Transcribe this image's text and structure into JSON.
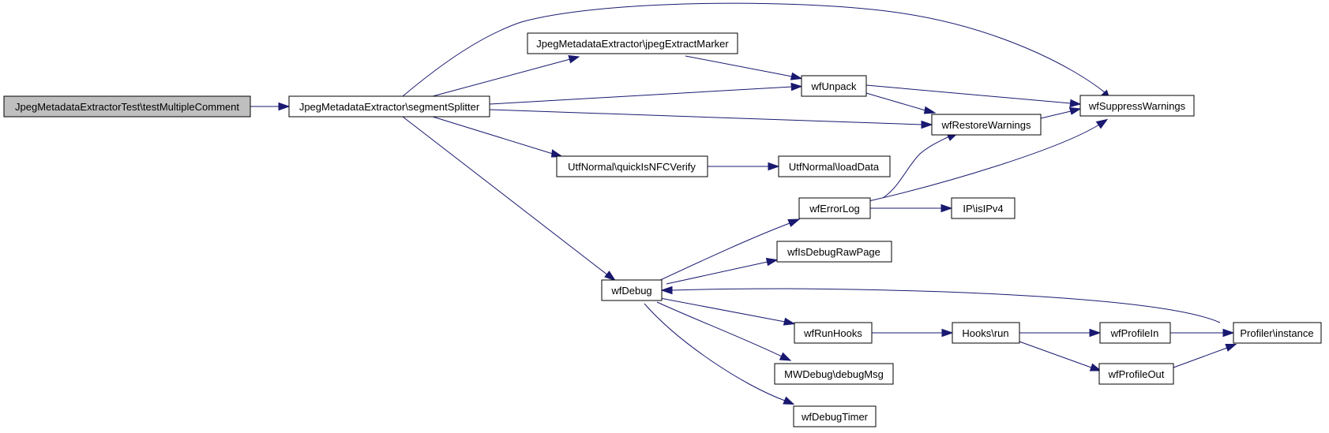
{
  "colors": {
    "root_fill": "#bfbfbf",
    "node_fill": "#ffffff",
    "node_border": "#000000",
    "edge": "#191970"
  },
  "nodes": {
    "root": "JpegMetadataExtractorTest\\testMultipleComment",
    "segmentSplitter": "JpegMetadataExtractor\\segmentSplitter",
    "jpegExtractMarker": "JpegMetadataExtractor\\jpegExtractMarker",
    "wfUnpack": "wfUnpack",
    "wfSuppressWarnings": "wfSuppressWarnings",
    "wfRestoreWarnings": "wfRestoreWarnings",
    "quickIsNFCVerify": "UtfNormal\\quickIsNFCVerify",
    "loadData": "UtfNormal\\loadData",
    "wfErrorLog": "wfErrorLog",
    "isIPv4": "IP\\isIPv4",
    "wfIsDebugRawPage": "wfIsDebugRawPage",
    "wfDebug": "wfDebug",
    "wfRunHooks": "wfRunHooks",
    "hooksRun": "Hooks\\run",
    "wfProfileIn": "wfProfileIn",
    "profilerInstance": "Profiler\\instance",
    "wfProfileOut": "wfProfileOut",
    "debugMsg": "MWDebug\\debugMsg",
    "wfDebugTimer": "wfDebugTimer"
  }
}
